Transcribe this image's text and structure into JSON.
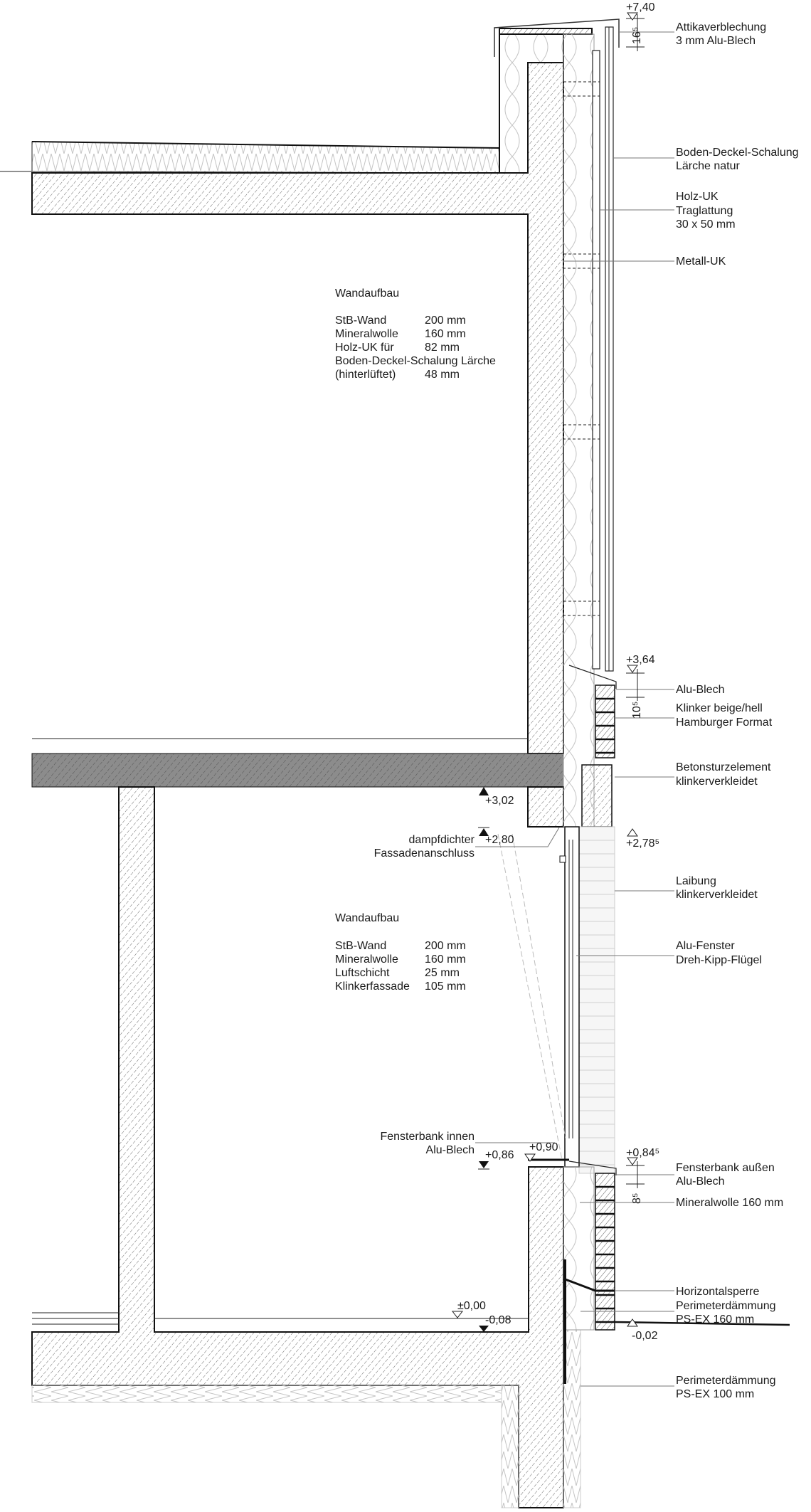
{
  "annotations": {
    "attika": [
      "Attikaverblechung",
      "3 mm Alu-Blech"
    ],
    "boden_deckel": [
      "Boden-Deckel-Schalung",
      "Lärche natur"
    ],
    "holz_uk": [
      "Holz-UK",
      "Traglattung",
      "30 x 50 mm"
    ],
    "metall_uk": [
      "Metall-UK"
    ],
    "alu_blech": [
      "Alu-Blech"
    ],
    "klinker": [
      "Klinker beige/hell",
      "Hamburger Format"
    ],
    "betonsturz": [
      "Betonsturzelement",
      "klinkerverkleidet"
    ],
    "laibung": [
      "Laibung",
      "klinkerverkleidet"
    ],
    "fenster": [
      "Alu-Fenster",
      "Dreh-Kipp-Flügel"
    ],
    "fensterbank_aussen": [
      "Fensterbank außen",
      "Alu-Blech"
    ],
    "mineralwolle": [
      "Mineralwolle 160 mm"
    ],
    "horizontalsperre": [
      "Horizontalsperre"
    ],
    "perimeter_160": [
      "Perimeterdämmung",
      "PS-EX 160 mm"
    ],
    "perimeter_100": [
      "Perimeterdämmung",
      "PS-EX 100 mm"
    ],
    "dampfdicht": [
      "dampfdichter",
      "Fassadenanschluss"
    ],
    "fensterbank_innen": [
      "Fensterbank innen",
      "Alu-Blech"
    ]
  },
  "elevations": {
    "e740": "+7,40",
    "e364": "+3,64",
    "e302": "+3,02",
    "e280": "+2,80",
    "e2785": "+2,78⁵",
    "e0845": "+0,84⁵",
    "e090": "+0,90",
    "e086": "+0,86",
    "e000": "±0,00",
    "e008": "-0,08",
    "e002": "-0,02"
  },
  "dimensions": {
    "d165": "16⁵",
    "d105": "10⁵",
    "d85": "8⁵"
  },
  "wall_buildup_upper": {
    "heading": "Wandaufbau",
    "rows": [
      {
        "layer": "StB-Wand",
        "thickness": "200 mm"
      },
      {
        "layer": "Mineralwolle",
        "thickness": "160 mm"
      },
      {
        "layer": "Holz-UK für",
        "thickness": "82 mm"
      },
      {
        "layer": "Boden-Deckel-Schalung Lärche",
        "thickness": ""
      },
      {
        "layer": "(hinterlüftet)",
        "thickness": "48 mm"
      }
    ]
  },
  "wall_buildup_lower": {
    "heading": "Wandaufbau",
    "rows": [
      {
        "layer": "StB-Wand",
        "thickness": "200 mm"
      },
      {
        "layer": "Mineralwolle",
        "thickness": "160 mm"
      },
      {
        "layer": "Luftschicht",
        "thickness": "25 mm"
      },
      {
        "layer": "Klinkerfassade",
        "thickness": "105 mm"
      }
    ]
  },
  "colors": {
    "line": "#111111",
    "hatch": "#444444",
    "insulation": "#bbbbbb",
    "slab_fill": "#8c8c8c"
  }
}
